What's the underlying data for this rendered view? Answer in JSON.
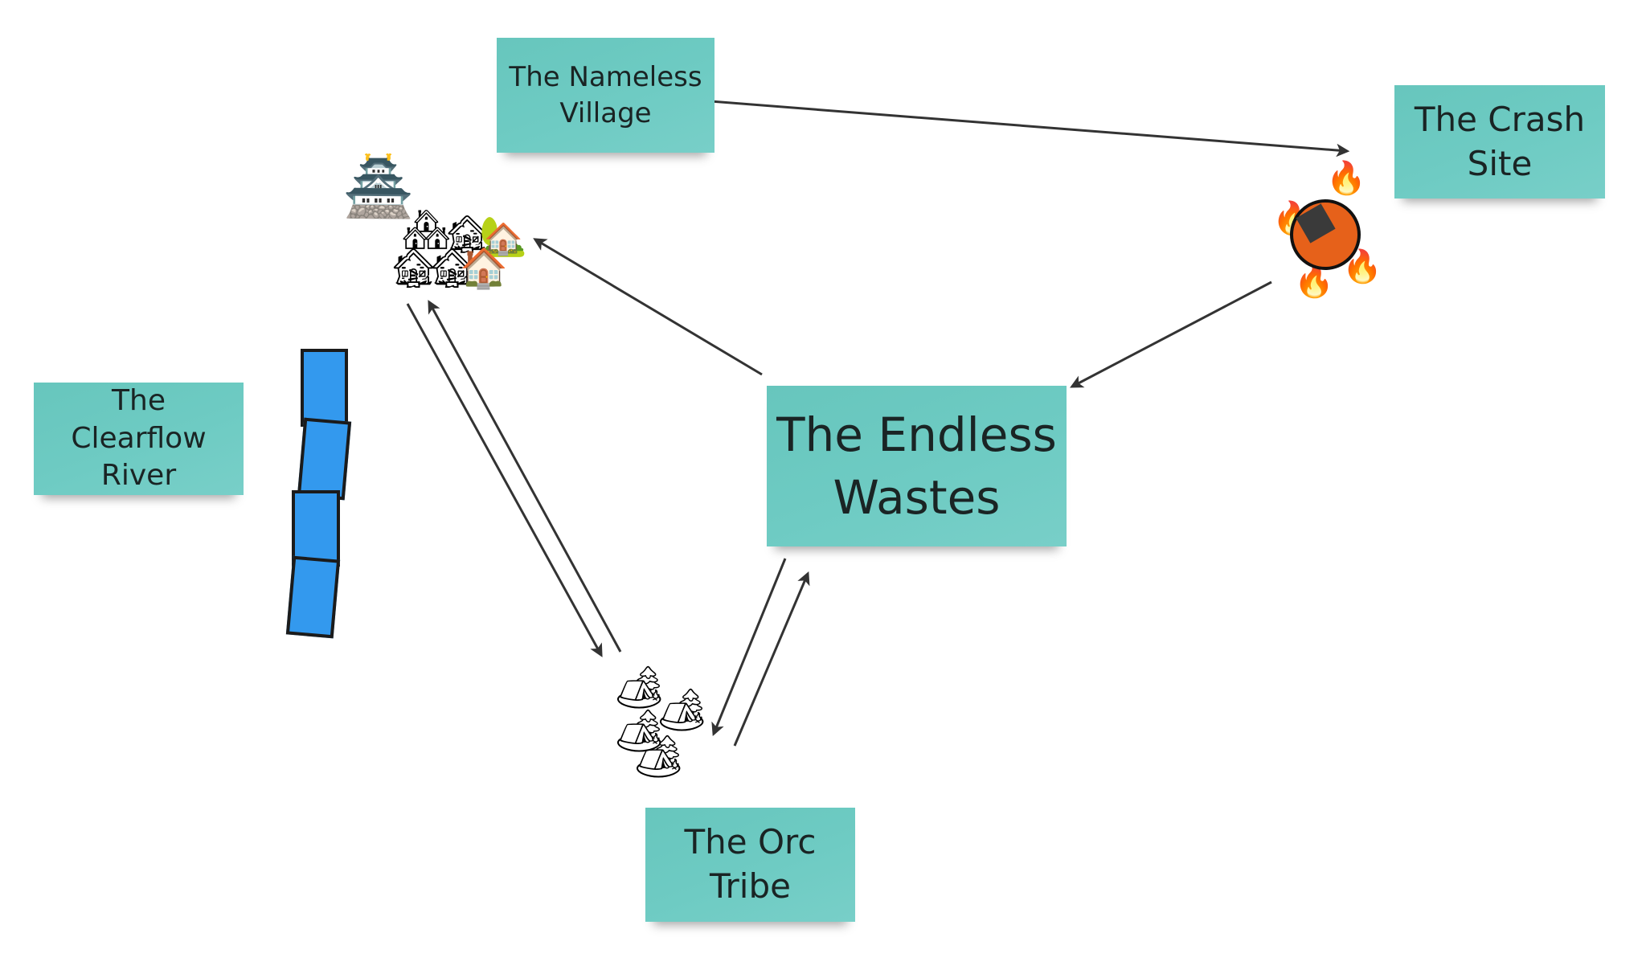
{
  "canvas": {
    "background": "#ffffff",
    "sticky_color": "#6fcbc3",
    "arrow_color": "#333333",
    "river_color": "#3399ee"
  },
  "notes": {
    "village": "The Nameless\nVillage",
    "crash": "The Crash\nSite",
    "wastes": "The Endless\nWastes",
    "river": "The Clearflow\nRiver",
    "orc": "The Orc\nTribe"
  },
  "icons": {
    "castle": "🏯",
    "houses": [
      "🏘",
      "🏚",
      "🏠",
      "🏡",
      "🏚",
      "🏚",
      "🏠"
    ],
    "crash_rock": "🪨",
    "fires": [
      "🔥",
      "🔥",
      "🔥",
      "🔥"
    ],
    "camps": [
      "🏕",
      "🏕",
      "🏕",
      "🏕"
    ]
  },
  "connections": [
    {
      "from": "The Nameless Village",
      "to": "The Crash Site"
    },
    {
      "from": "The Crash Site",
      "to": "The Endless Wastes"
    },
    {
      "from": "The Endless Wastes",
      "to": "The Nameless Village"
    },
    {
      "from": "The Nameless Village",
      "to": "The Orc Tribe"
    },
    {
      "from": "The Orc Tribe",
      "to": "The Nameless Village"
    },
    {
      "from": "The Endless Wastes",
      "to": "The Orc Tribe"
    },
    {
      "from": "The Orc Tribe",
      "to": "The Endless Wastes"
    }
  ]
}
